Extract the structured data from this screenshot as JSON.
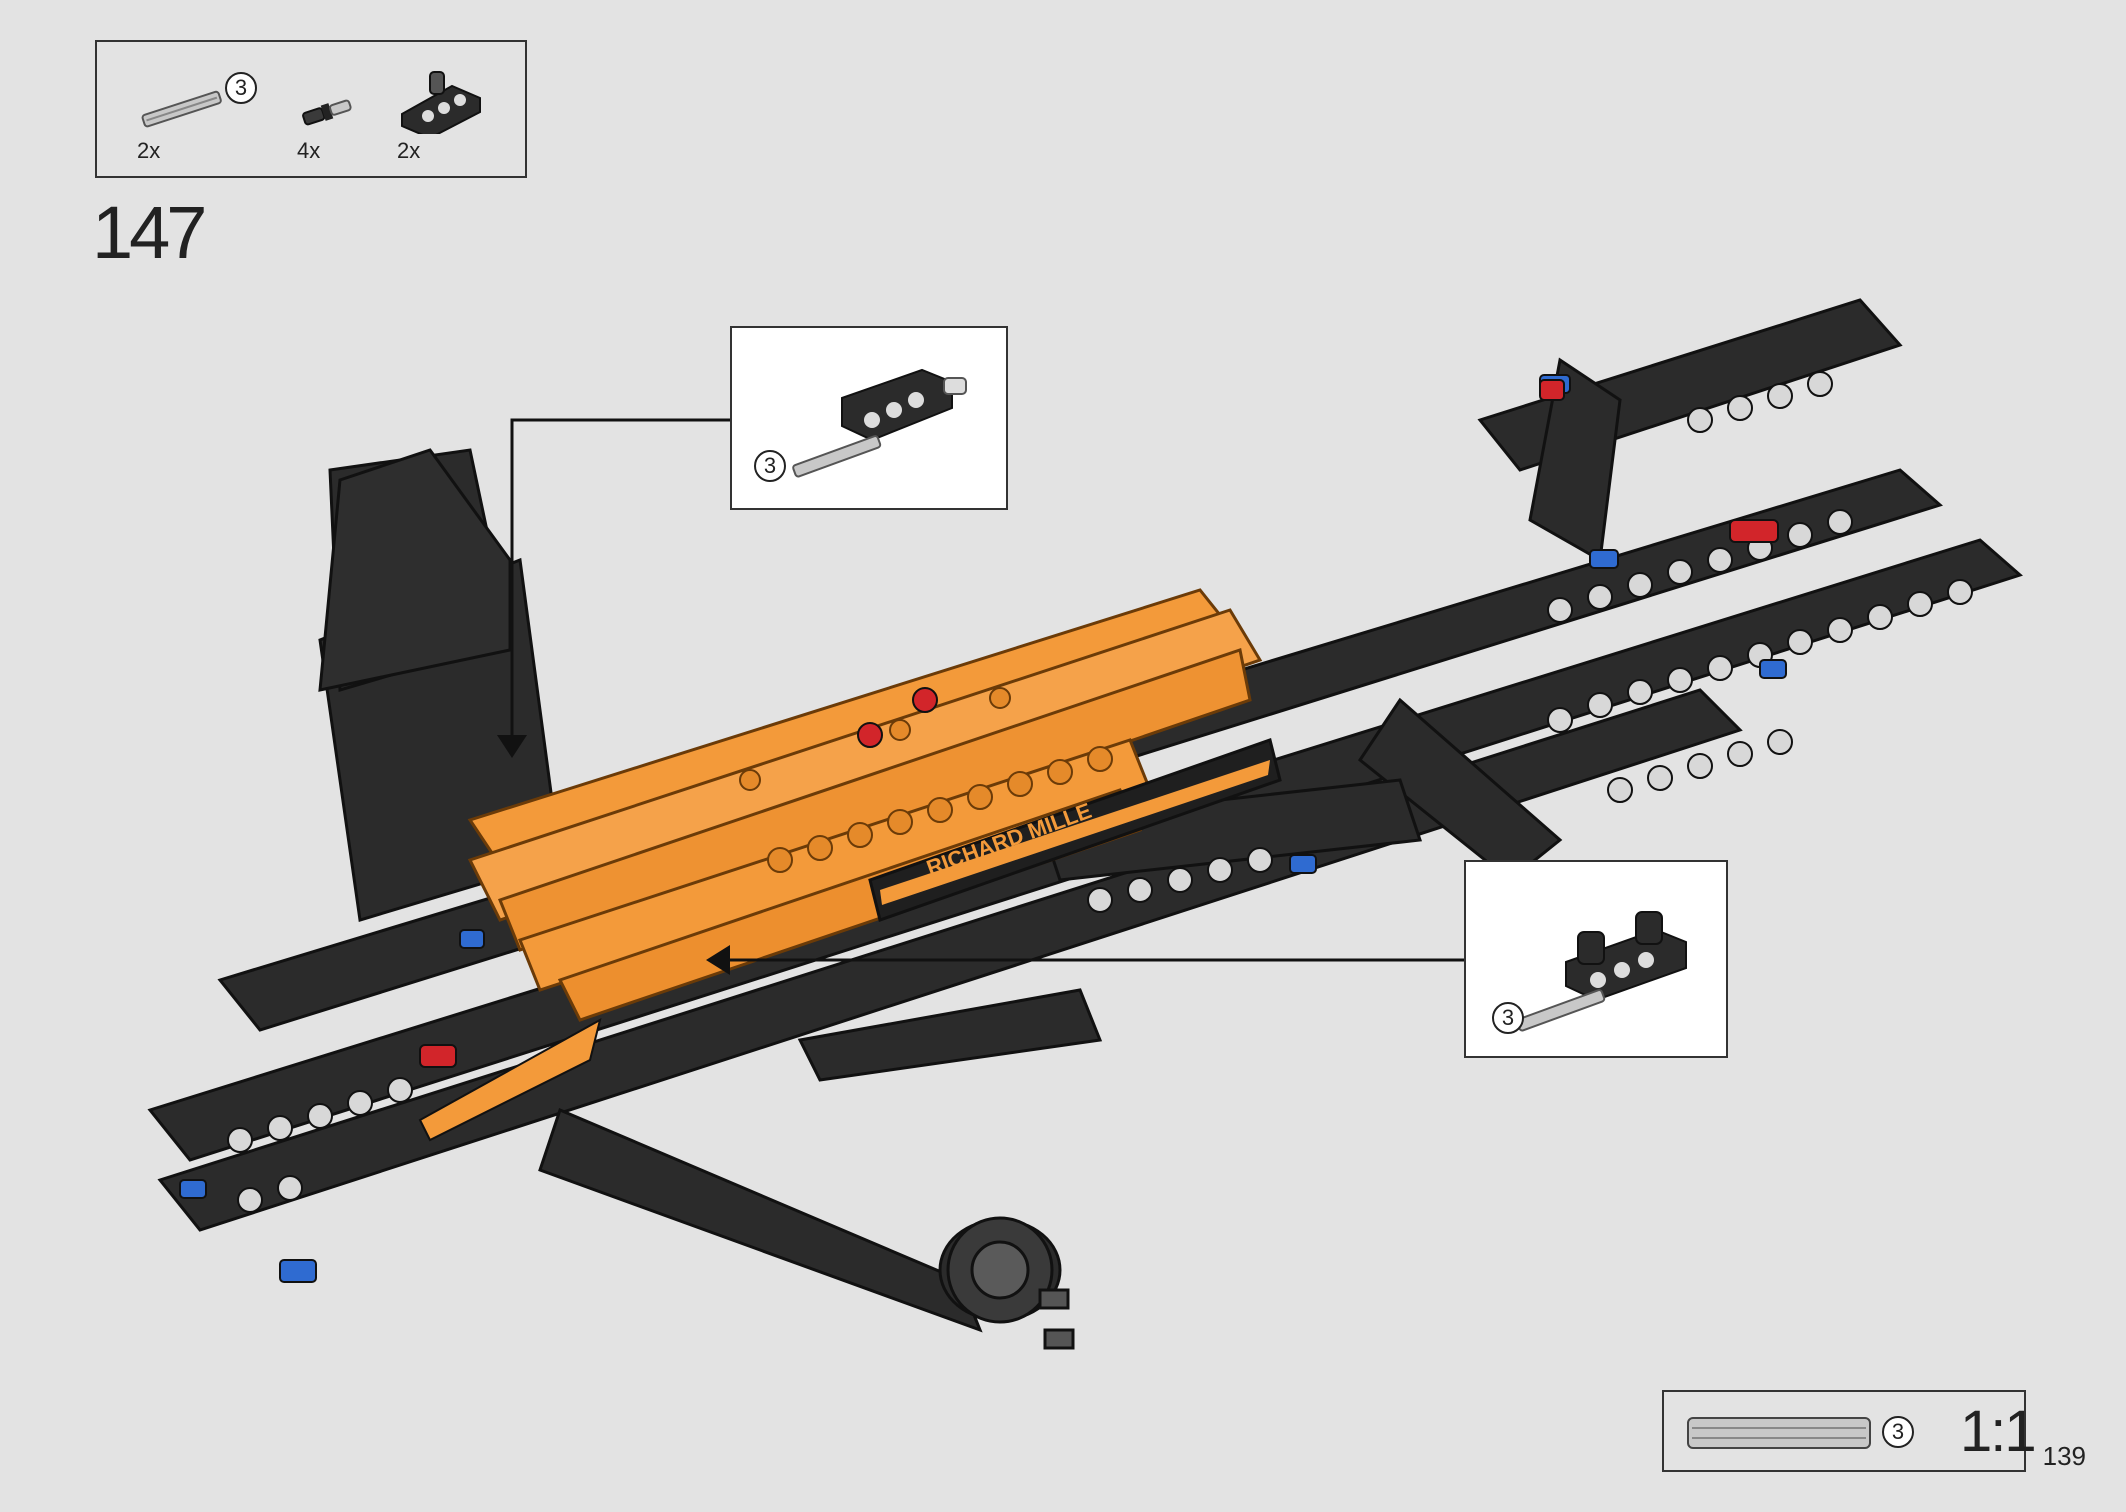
{
  "parts_list": {
    "items": [
      {
        "icon": "axle-3-icon",
        "length_label": "3",
        "quantity": "2x"
      },
      {
        "icon": "axle-pin-icon",
        "quantity": "4x"
      },
      {
        "icon": "beam-connector-icon",
        "quantity": "2x"
      }
    ]
  },
  "step_number": "147",
  "callouts": [
    {
      "axle_length_label": "3"
    },
    {
      "axle_length_label": "3"
    }
  ],
  "model": {
    "sticker_text": "RICHARD MILLE"
  },
  "scale_reference": {
    "length_label": "3",
    "scale": "1:1"
  },
  "page_number": "139",
  "colors": {
    "background": "#e3e3e3",
    "black_part": "#2b2b2b",
    "orange_part": "#f39a3a",
    "blue_pin": "#2f6bd1",
    "red_pin": "#d2252a"
  }
}
